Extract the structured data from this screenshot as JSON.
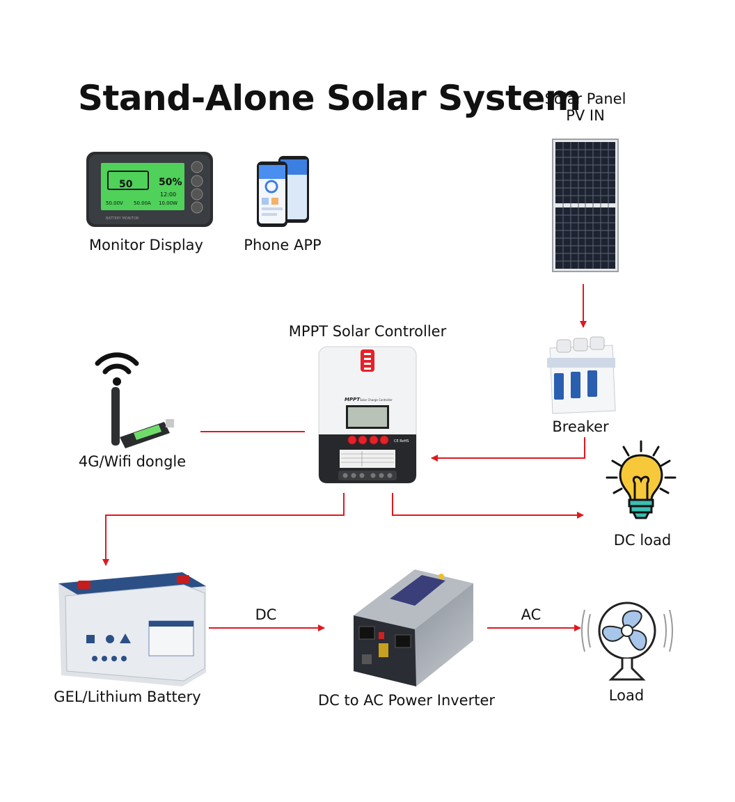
{
  "title": "Stand-Alone Solar System",
  "components": {
    "solar_panel": {
      "line1": "Solar Panel",
      "line2": "PV IN"
    },
    "monitor": {
      "label": "Monitor Display",
      "screen_capacity": "50%",
      "screen_time": "12:00",
      "screen_volt": "50.00V",
      "screen_amp": "50.00A",
      "screen_watt": "10.00W",
      "screen_big": "50",
      "bezel_text": "BATTERY MONITOR"
    },
    "phone": {
      "label": "Phone APP"
    },
    "controller": {
      "label": "MPPT Solar Controller",
      "brand": "MPPT",
      "subtitle": "Solar Charge Controller",
      "ce": "CE RoHS"
    },
    "dongle": {
      "label": "4G/Wifi dongle"
    },
    "breaker": {
      "label": "Breaker"
    },
    "dc_load": {
      "label": "DC load"
    },
    "battery": {
      "label": "GEL/Lithium Battery"
    },
    "inverter": {
      "label": "DC to AC Power Inverter"
    },
    "load": {
      "label": "Load"
    }
  },
  "connections": {
    "dc": "DC",
    "ac": "AC"
  },
  "colors": {
    "arrow": "#e0181e",
    "line": "#e0181e"
  }
}
